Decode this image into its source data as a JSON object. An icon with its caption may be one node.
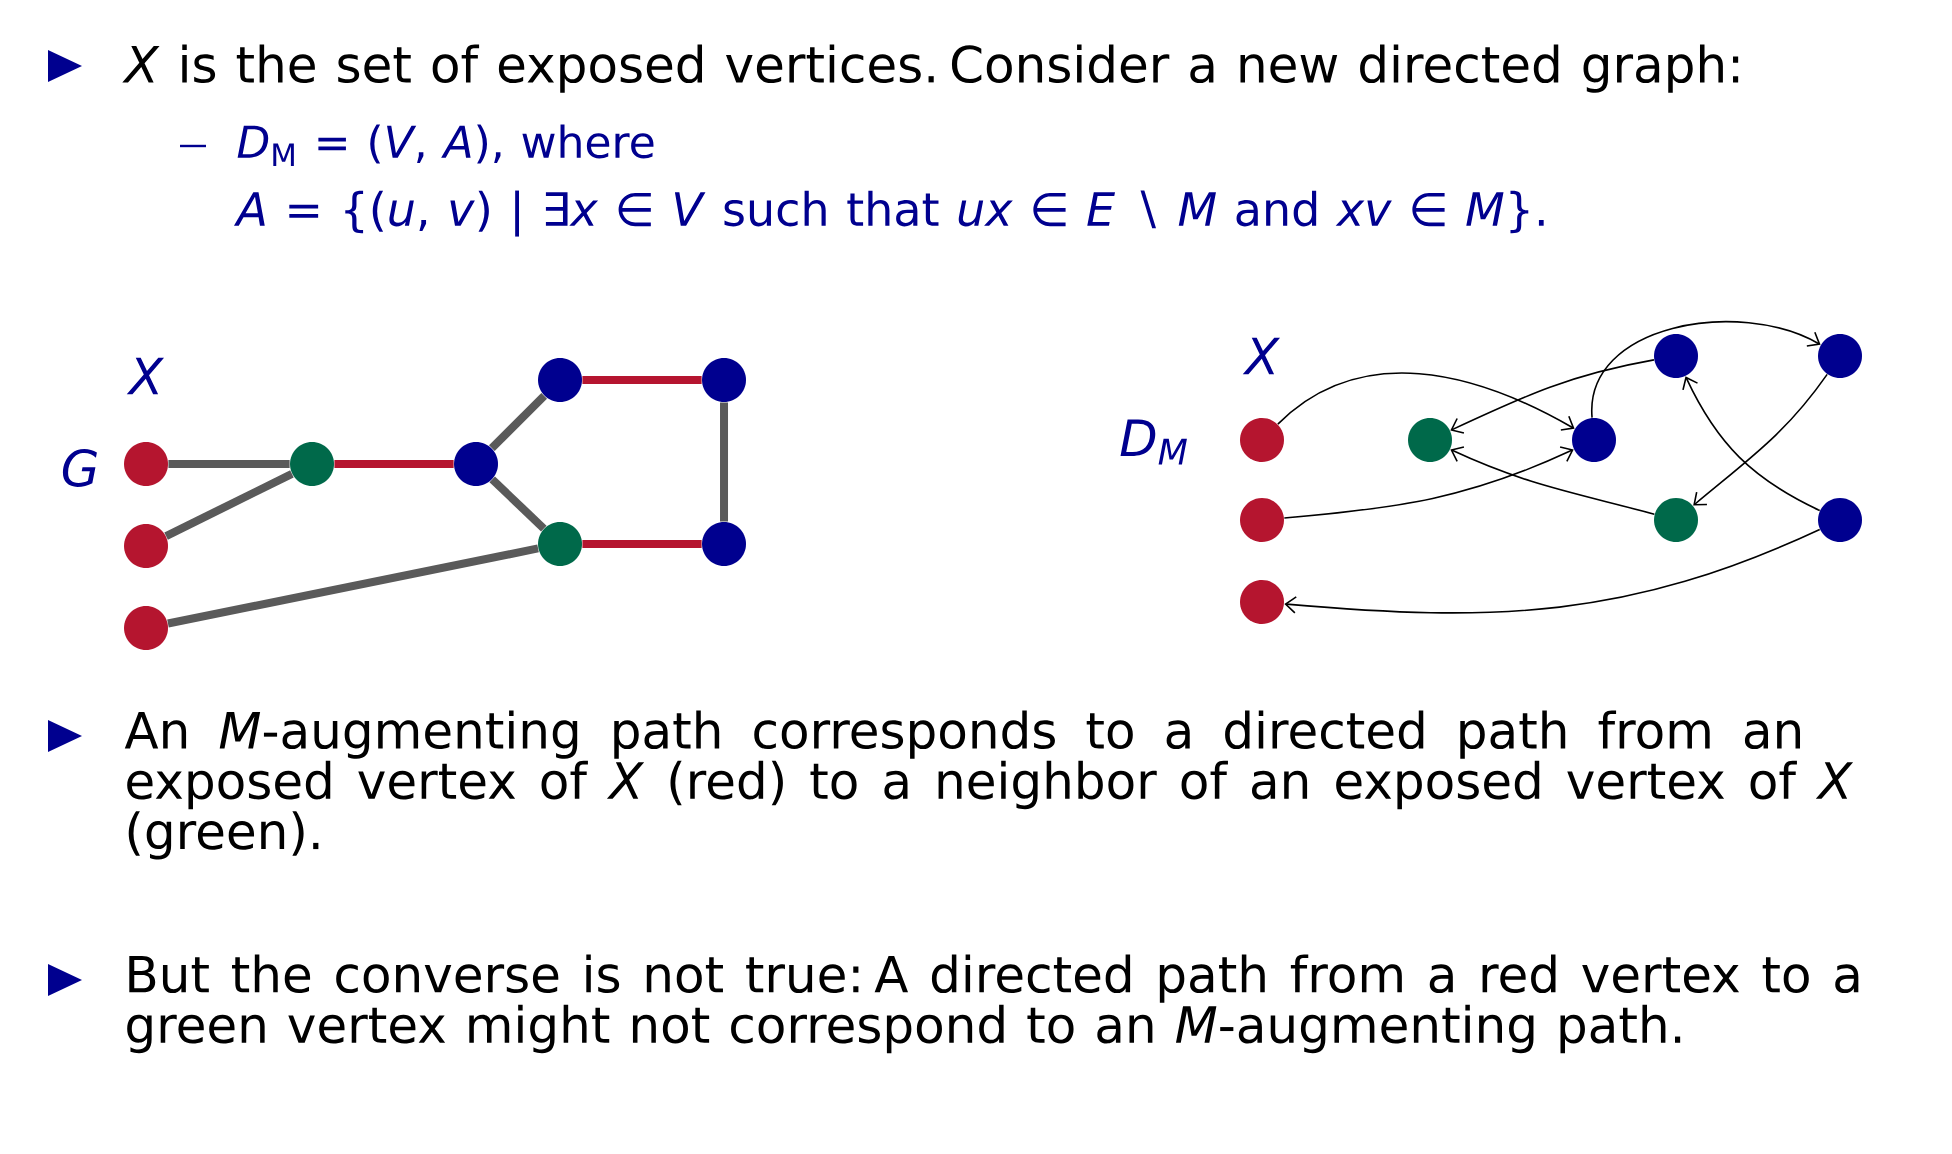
{
  "diagram": {
    "nodes": [
      {
        "text": [],
        "shape": "circle"
      },
      {
        "text": [],
        "shape": "circle"
      },
      {
        "text": [],
        "shape": "circle"
      },
      {
        "text": [],
        "shape": "circle"
      },
      {
        "text": [],
        "shape": "circle"
      },
      {
        "text": [],
        "shape": "circle"
      },
      {
        "text": [],
        "shape": "circle"
      },
      {
        "text": [],
        "shape": "circle"
      },
      {
        "text": [],
        "shape": "circle"
      },
      {
        "text": [],
        "shape": "circle"
      },
      {
        "text": [],
        "shape": "circle"
      },
      {
        "text": [],
        "shape": "circle"
      },
      {
        "text": [],
        "shape": "circle"
      },
      {
        "text": [],
        "shape": "circle"
      },
      {
        "text": [],
        "shape": "circle"
      },
      {
        "text": [],
        "shape": "circle"
      },
      {
        "text": [],
        "shape": "circle"
      },
      {
        "text": [],
        "shape": "circle"
      }
    ],
    "edges": [
      {
        "from": 0,
        "to": 3,
        "arrow": "none",
        "color": "#5a5a5a"
      },
      {
        "from": 1,
        "to": 3,
        "arrow": "none",
        "color": "#5a5a5a"
      },
      {
        "from": 2,
        "to": 7,
        "arrow": "none",
        "color": "#5a5a5a"
      },
      {
        "from": 3,
        "to": 4,
        "arrow": "none",
        "color": "#b5152f"
      },
      {
        "from": 4,
        "to": 5,
        "arrow": "none",
        "color": "#5a5a5a"
      },
      {
        "from": 4,
        "to": 7,
        "arrow": "none",
        "color": "#5a5a5a"
      },
      {
        "from": 5,
        "to": 6,
        "arrow": "none",
        "color": "#b5152f"
      },
      {
        "from": 6,
        "to": 8,
        "arrow": "none",
        "color": "#5a5a5a"
      },
      {
        "from": 7,
        "to": 8,
        "arrow": "none",
        "color": "#b5152f"
      },
      {
        "from": 9,
        "to": 13,
        "arrow": "to"
      },
      {
        "from": 10,
        "to": 13,
        "arrow": "to"
      },
      {
        "from": 14,
        "to": 12,
        "arrow": "to"
      },
      {
        "from": 13,
        "to": 15,
        "arrow": "to"
      },
      {
        "from": 15,
        "to": 16,
        "arrow": "to"
      },
      {
        "from": 16,
        "to": 12,
        "arrow": "to"
      },
      {
        "from": 17,
        "to": 14,
        "arrow": "to"
      },
      {
        "from": 17,
        "to": 11,
        "arrow": "to"
      }
    ],
    "labels": [
      "*X* is the set of exposed vertices. Consider a new directed graph:",
      "*D*$_{M}$ = (*V*, *A*), where",
      "*A* = {(*u*, *v*) | ∃*x* ∈ *V* such that *ux* ∈ *E* ∖ *M* and *xv* ∈ *M*}.",
      "X",
      "G",
      "X",
      "D$_{M}$",
      "An *M*-augmenting path corresponds to a directed path from an exposed vertex of *X* (red) to a neighbor of an exposed vertex of *X* (green).",
      "But the converse is not true: A directed path from a red vertex to a green vertex might not correspond to an *M*-augmenting path."
    ]
  }
}
